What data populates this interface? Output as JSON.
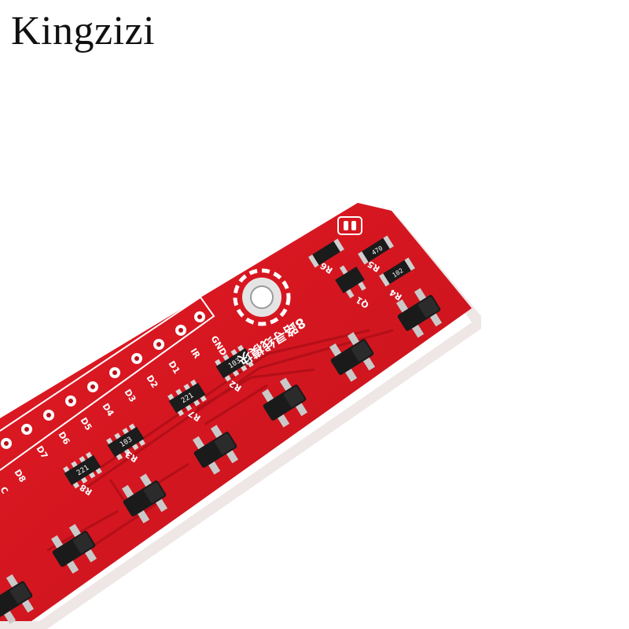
{
  "brand": {
    "watermark": "Kingzizi"
  },
  "board": {
    "title_cn": "8路寻线模块",
    "pin_labels": [
      "GND",
      "IR",
      "D1",
      "D2",
      "D3",
      "D4",
      "D5",
      "D6",
      "D7",
      "D8",
      "C"
    ],
    "ref_labels": [
      "R6",
      "R5",
      "R4",
      "Q1",
      "R2",
      "R7",
      "R3",
      "R8"
    ],
    "resistor_codes": [
      "102",
      "470",
      "103",
      "221"
    ],
    "sensor_count": 8,
    "colors": {
      "pcb": "#d8141e",
      "pcb_dark": "#b10f17",
      "edge": "#efe6e6",
      "silk": "#ffffff",
      "component": "#1b1b1b",
      "pad": "#c7c7c7"
    }
  }
}
